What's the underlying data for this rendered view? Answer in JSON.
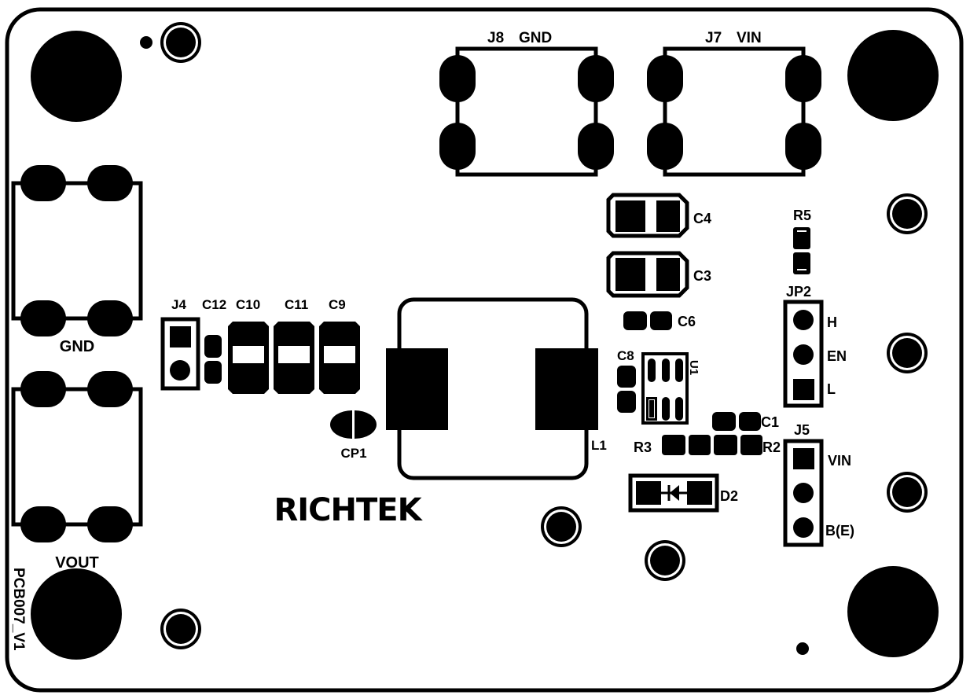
{
  "board": {
    "name": "PCB007_V1",
    "logo": "RICHTEK",
    "ink_color": "#000000",
    "background_color": "#ffffff"
  },
  "connectors": {
    "j8": {
      "ref": "J8",
      "net": "GND"
    },
    "j7": {
      "ref": "J7",
      "net": "VIN"
    },
    "left_gnd": {
      "net": "GND"
    },
    "left_vout": {
      "net": "VOUT"
    }
  },
  "headers": {
    "j4": {
      "ref": "J4"
    },
    "jp2": {
      "ref": "JP2",
      "pins": [
        "H",
        "EN",
        "L"
      ]
    },
    "j5": {
      "ref": "J5",
      "pins": [
        "VIN",
        "",
        "B(E)"
      ]
    }
  },
  "components": {
    "c12": "C12",
    "c10": "C10",
    "c11": "C11",
    "c9": "C9",
    "cp1": "CP1",
    "l1": "L1",
    "c4": "C4",
    "c3": "C3",
    "c6": "C6",
    "c8": "C8",
    "u1": "U1",
    "r5": "R5",
    "c1": "C1",
    "r3": "R3",
    "r2": "R2",
    "d2": "D2"
  }
}
